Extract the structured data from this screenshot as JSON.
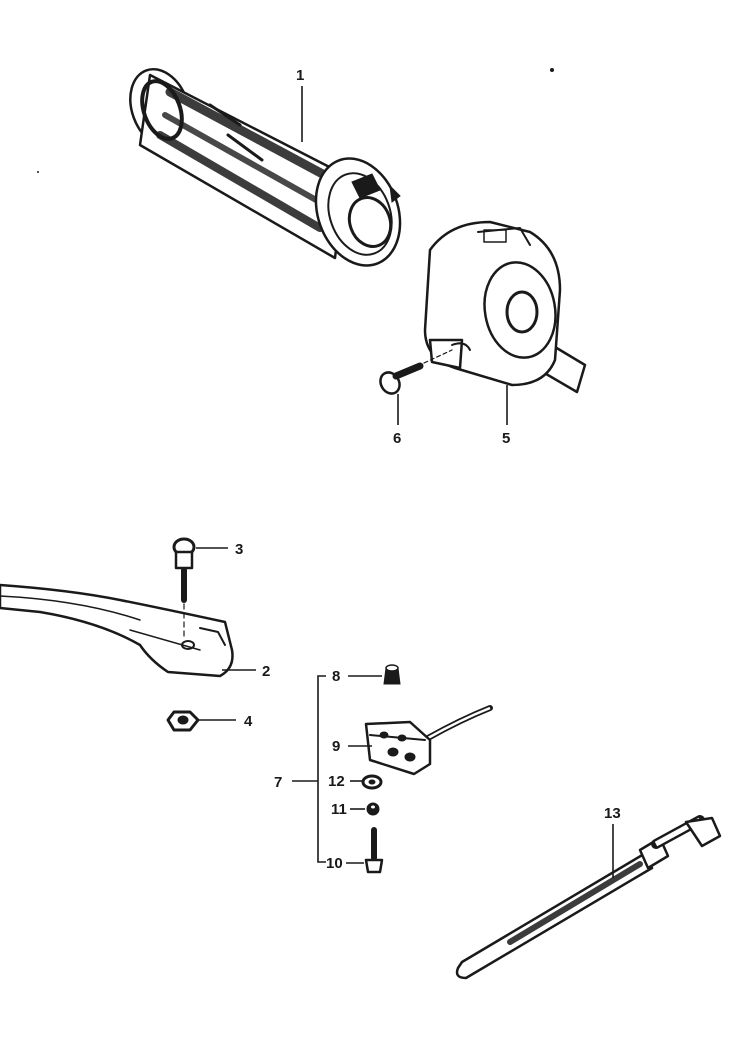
{
  "callouts": {
    "grip": "1",
    "lever": "2",
    "lever_bolt": "3",
    "lever_nut": "4",
    "switch_housing": "5",
    "housing_screw": "6",
    "switch_assembly": "7",
    "switch_screw_top": "8",
    "switch": "9",
    "switch_screw_bottom": "10",
    "lock_washer": "11",
    "washer": "12",
    "cable_tie": "13"
  }
}
